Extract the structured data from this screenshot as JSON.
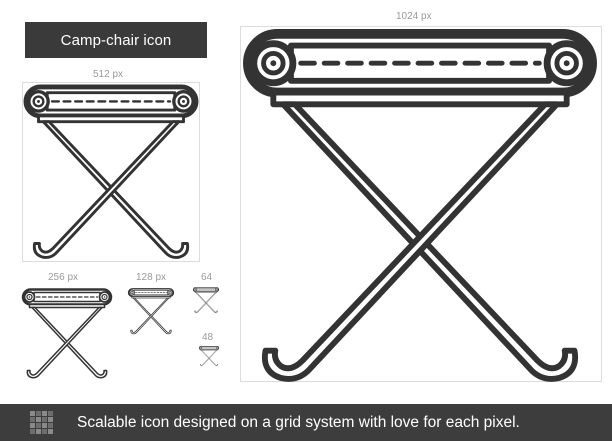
{
  "title": "Camp-chair icon",
  "sizes": {
    "s1024": "1024 px",
    "s512": "512 px",
    "s256": "256 px",
    "s128": "128 px",
    "s64": "64",
    "s48": "48"
  },
  "footer": {
    "text": "Scalable icon designed on a grid system with love for each pixel."
  },
  "icons": {
    "chair": "camp-chair-icon",
    "grid": "grid-icon"
  },
  "colors": {
    "stroke": "#333333",
    "title_bg": "#3a3a3a",
    "footer_bg": "#3d3d3d",
    "label": "#9a9a9a"
  }
}
